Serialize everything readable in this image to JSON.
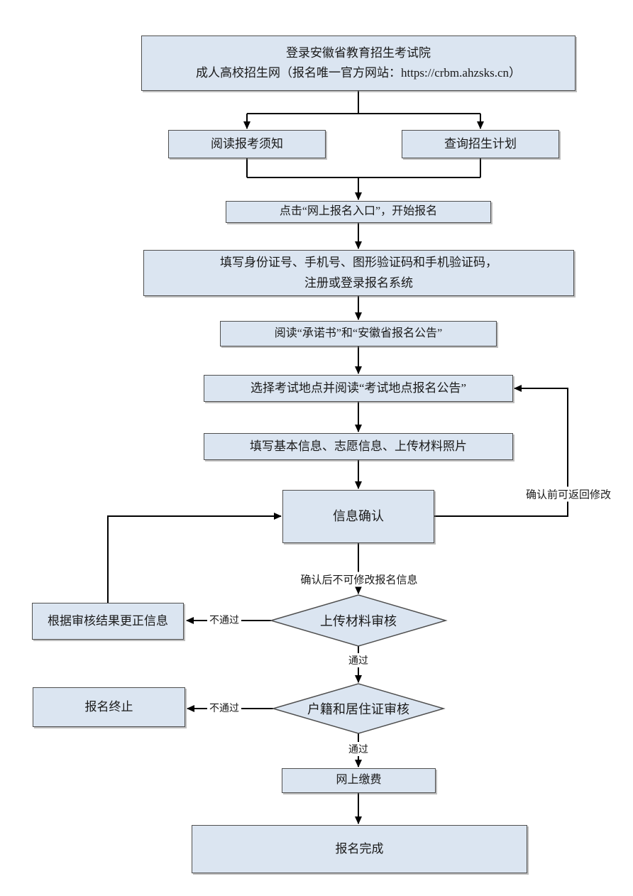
{
  "diagram": {
    "type": "flowchart",
    "topic": "安徽省成人高校招生网上报名流程",
    "colors": {
      "node_fill": "#dbe5f1",
      "node_border": "#4f4f4f",
      "connector": "#000000",
      "text": "#1a1a1a",
      "background": "#ffffff"
    },
    "nodes": {
      "portal": {
        "lines": [
          "登录安徽省教育招生考试院",
          "成人高校招生网（报名唯一官方网站：https://crbm.ahzsks.cn）"
        ]
      },
      "read_notice": {
        "label": "阅读报考须知"
      },
      "query_plan": {
        "label": "查询招生计划"
      },
      "click_entry": {
        "label": "点击“网上报名入口”，开始报名"
      },
      "register": {
        "lines": [
          "填写身份证号、手机号、图形验证码和手机验证码，",
          "注册或登录报名系统"
        ]
      },
      "read_promise": {
        "label": "阅读“承诺书”和“安徽省报名公告”"
      },
      "select_site": {
        "label": "选择考试地点并阅读“考试地点报名公告”"
      },
      "fill_info": {
        "label": "填写基本信息、志愿信息、上传材料照片"
      },
      "confirm": {
        "label": "信息确认"
      },
      "correct": {
        "label": "根据审核结果更正信息"
      },
      "material_review": {
        "label": "上传材料审核"
      },
      "terminate": {
        "label": "报名终止"
      },
      "residence_review": {
        "label": "户籍和居住证审核"
      },
      "pay": {
        "label": "网上缴费"
      },
      "done": {
        "label": "报名完成"
      }
    },
    "edge_labels": {
      "before_confirm": "确认前可返回修改",
      "after_confirm": "确认后不可修改报名信息",
      "material_fail": "不通过",
      "material_pass": "通过",
      "residence_fail": "不通过",
      "residence_pass": "通过"
    }
  }
}
